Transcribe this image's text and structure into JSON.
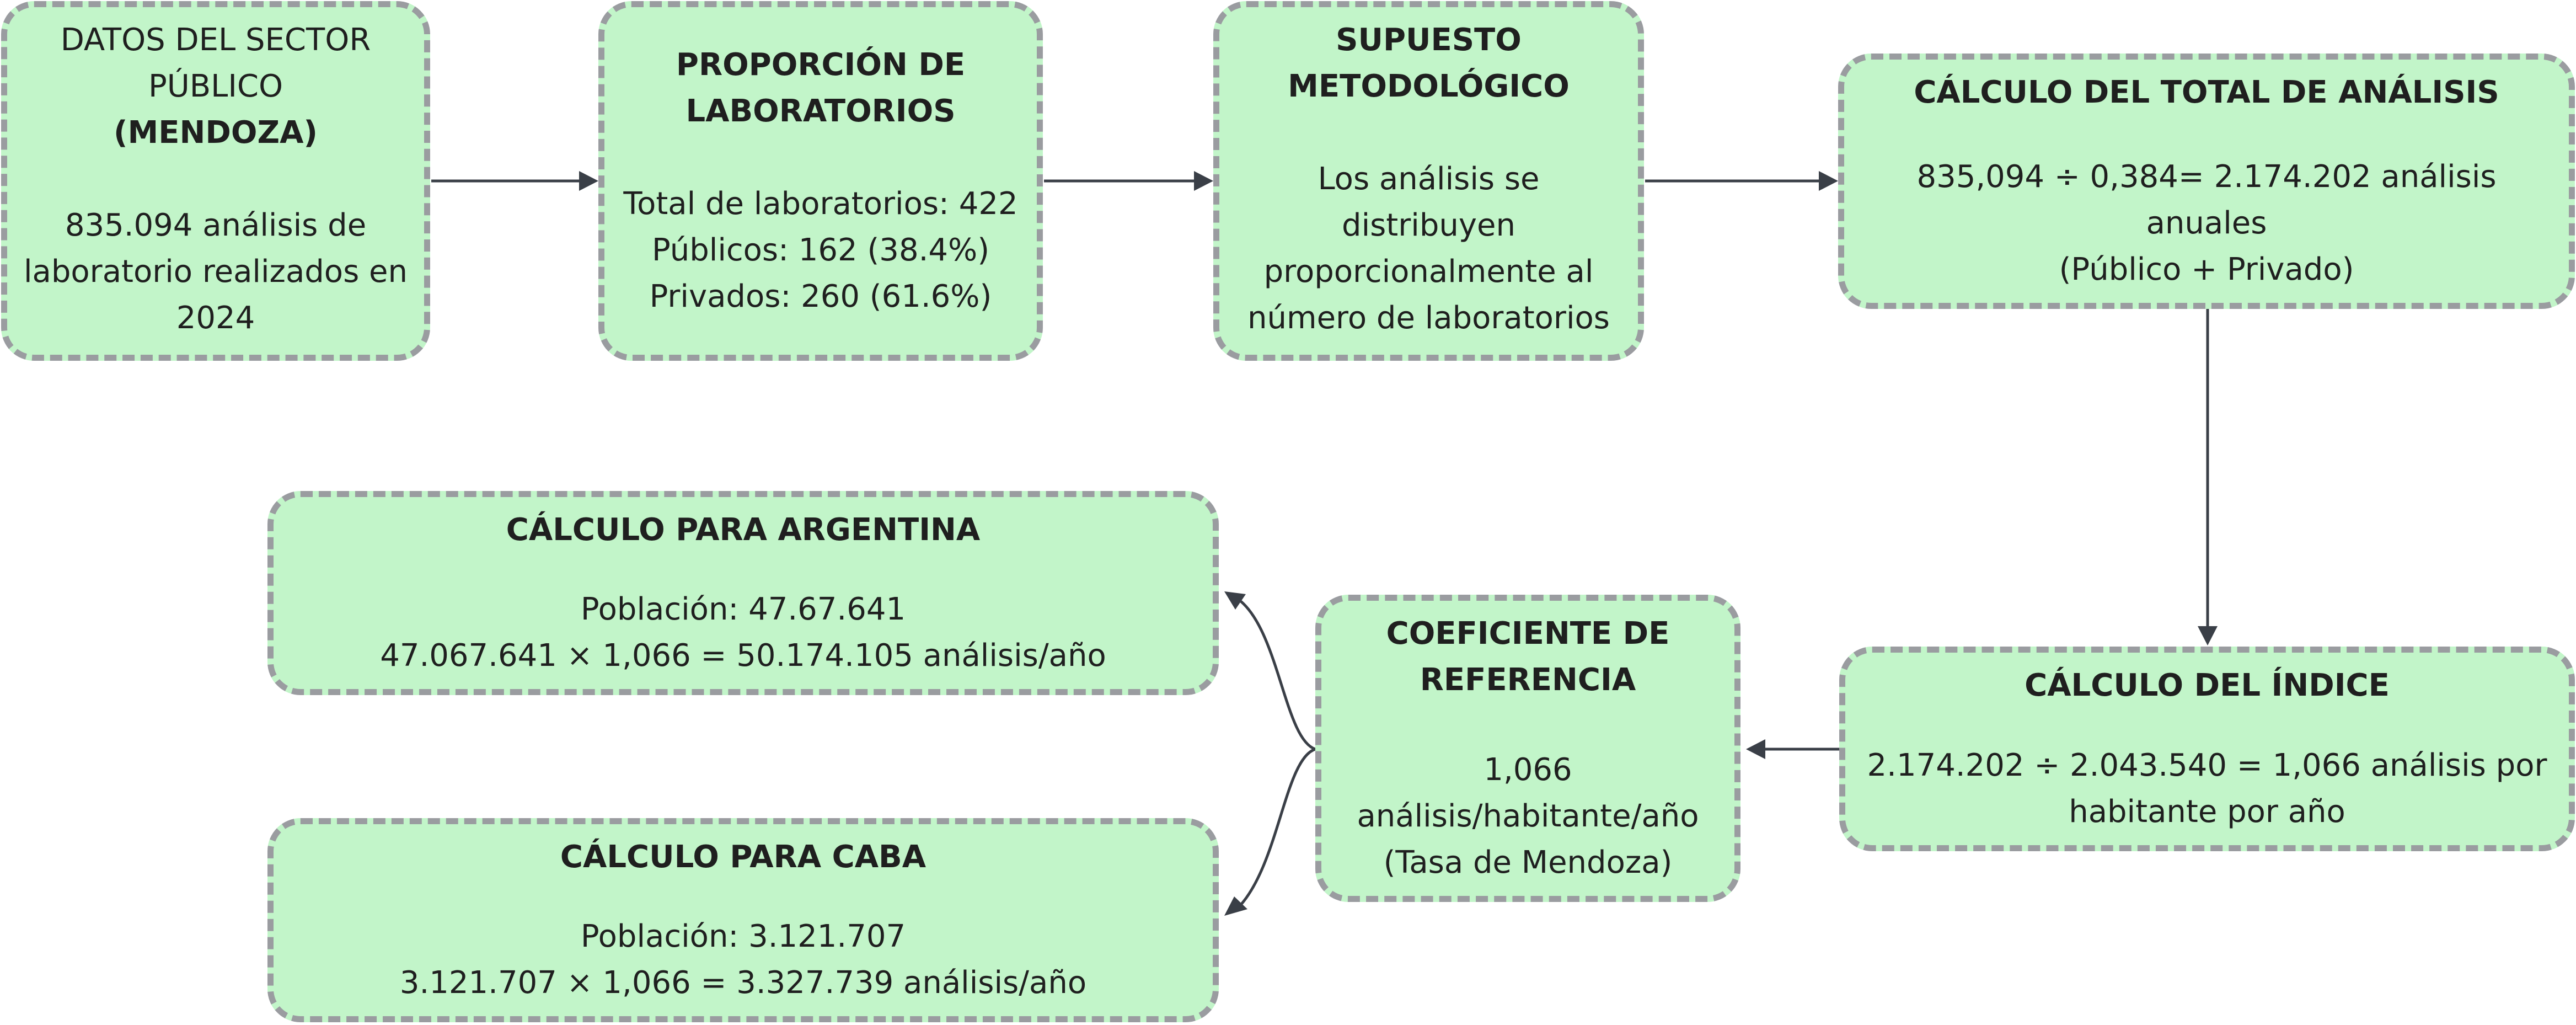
{
  "nodes": {
    "sector_publico": {
      "title_l1": "DATOS DEL SECTOR",
      "title_l2": "PÚBLICO",
      "title_l3": "(MENDOZA)",
      "body_l1": "835.094 análisis de",
      "body_l2": "laboratorio realizados en",
      "body_l3": "2024"
    },
    "proporcion": {
      "title_l1": "PROPORCIÓN DE",
      "title_l2": "LABORATORIOS",
      "body_l1": "Total de laboratorios: 422",
      "body_l2": "Públicos: 162 (38.4%)",
      "body_l3": "Privados: 260 (61.6%)"
    },
    "supuesto": {
      "title_l1": "SUPUESTO",
      "title_l2": "METODOLÓGICO",
      "body_l1": "Los análisis se",
      "body_l2": "distribuyen",
      "body_l3": "proporcionalmente al",
      "body_l4": "número de laboratorios"
    },
    "total": {
      "title_l1": "CÁLCULO DEL TOTAL DE ANÁLISIS",
      "body_l1": "835,094 ÷ 0,384= 2.174.202 análisis",
      "body_l2": "anuales",
      "body_l3": "(Público + Privado)"
    },
    "indice": {
      "title_l1": "CÁLCULO DEL ÍNDICE",
      "body_l1": "2.174.202 ÷ 2.043.540 = 1,066 análisis por",
      "body_l2": "habitante por año"
    },
    "coeficiente": {
      "title_l1": "COEFICIENTE DE",
      "title_l2": "REFERENCIA",
      "body_l1": "1,066",
      "body_l2": "análisis/habitante/año",
      "body_l3": "(Tasa de Mendoza)"
    },
    "argentina": {
      "title_l1": "CÁLCULO PARA ARGENTINA",
      "body_l1": "Población: 47.67.641",
      "body_l2": "47.067.641 × 1,066 = 50.174.105 análisis/año"
    },
    "caba": {
      "title_l1": "CÁLCULO PARA CABA",
      "body_l1": "Población: 3.121.707",
      "body_l2": "3.121.707 × 1,066 = 3.327.739 análisis/año"
    }
  },
  "colors": {
    "node_fill": "#c2f5c9",
    "node_border": "#9a9ca0",
    "arrow": "#3a3f47"
  }
}
